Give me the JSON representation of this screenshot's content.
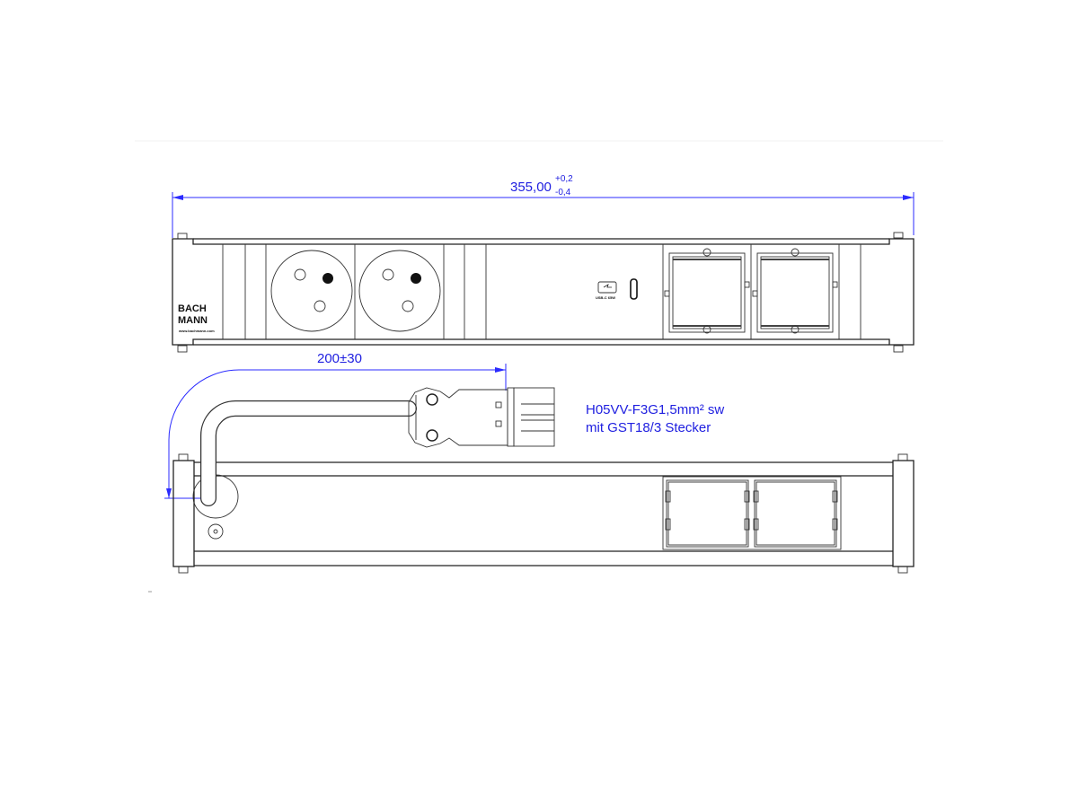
{
  "drawing": {
    "overall_length": {
      "value": "355,00",
      "tol_upper": "+0,2",
      "tol_lower": "-0,4"
    },
    "cable_length": "200±30",
    "cable_spec": {
      "line1": "H05VV-F3G1,5mm² sw",
      "line2": "mit GST18/3  Stecker"
    },
    "logo": {
      "line1": "BACH",
      "line2": "MANN",
      "url": "www.bachmann.com"
    },
    "usb_module_label": "USB-C 65W",
    "colors": {
      "dimension": "#2b2bff",
      "lines": "#222222"
    }
  }
}
